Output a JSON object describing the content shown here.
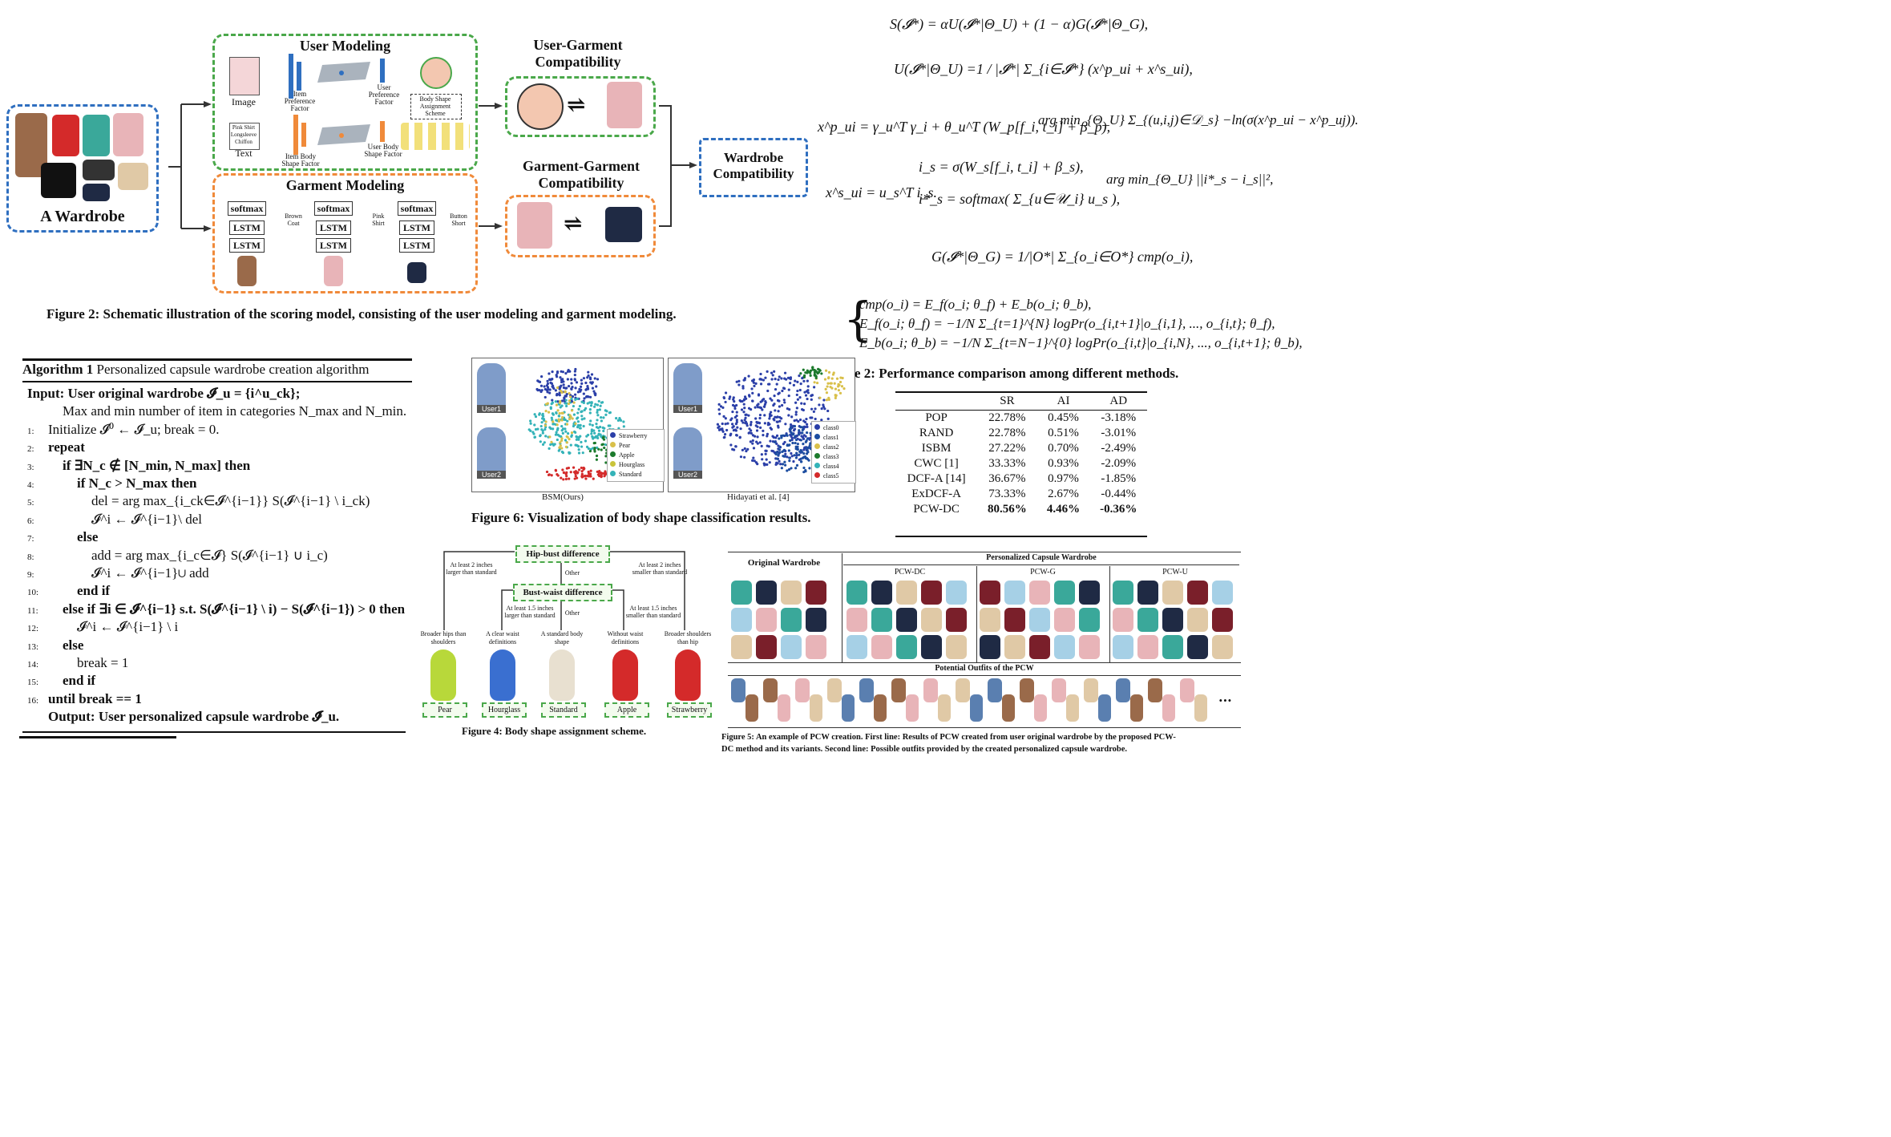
{
  "fig2": {
    "wardrobe_label": "A Wardrobe",
    "user_modeling_title": "User Modeling",
    "garment_modeling_title": "Garment Modeling",
    "image_label": "Image",
    "text_label": "Text",
    "text_box": "Pink Shirt\nLongsleeve\nChiffon",
    "item_pref_factor": "Item\nPreference\nFactor",
    "user_pref_factor": "User\nPreference\nFactor",
    "item_body_factor": "Item Body\nShape Factor",
    "user_body_factor": "User Body\nShape Factor",
    "body_shape_scheme": "Body Shape\nAssignment\nScheme",
    "softmax": "softmax",
    "lstm": "LSTM",
    "garment_labels": [
      "Brown\nCoat",
      "Pink\nShirt",
      "Button\nShort"
    ],
    "user_garment": "User-Garment\nCompatibility",
    "garment_garment": "Garment-Garment\nCompatibility",
    "wardrobe_compat": "Wardrobe\nCompatibility",
    "caption": "Figure 2: Schematic illustration of the scoring model, consisting of the user modeling and garment modeling."
  },
  "equations": {
    "e1": "S(𝓘*) = αU(𝓘*|Θ_U) + (1 − α)G(𝓘*|Θ_G),",
    "e2a": "U(𝓘*|Θ_U) =",
    "e2b": "1 / |𝓘*|  Σ_{i∈𝓘*} (x^p_ui + x^s_ui),",
    "e3a": "x^p_ui = γ_u^T γ_i + θ_u^T (W_p[f_i, t_i] + β_p),",
    "e3b": "arg min_{Θ_U}  Σ_{(u,i,j)∈𝒟_s}  −ln(σ(x^p_ui − x^p_uj)).",
    "e4a": "x^s_ui = u_s^T i_s.",
    "e4b": "i_s = σ(W_s[f_i, t_i] + β_s),",
    "e4c": "i*_s = softmax( Σ_{u∈𝒰_i} u_s ),",
    "e4d": "arg min_{Θ_U} ||i*_s − i_s||²,",
    "e5": "G(𝓘*|Θ_G) = 1/|O*| Σ_{o_i∈O*} cmp(o_i),",
    "e6a": "cmp(o_i) = E_f(o_i; θ_f) + E_b(o_i; θ_b),",
    "e6b": "E_f(o_i; θ_f) = −1/N Σ_{t=1}^{N} logPr(o_{i,t+1}|o_{i,1}, ..., o_{i,t}; θ_f),",
    "e6c": "E_b(o_i; θ_b) = −1/N Σ_{t=N−1}^{0} logPr(o_{i,t}|o_{i,N}, ..., o_{i,t+1}; θ_b),"
  },
  "algorithm": {
    "title_bold": "Algorithm 1",
    "title_rest": "Personalized capsule wardrobe creation algorithm",
    "lines": [
      {
        "n": "",
        "text": "Input: User original wardrobe 𝓘_u = {i^u_ck};",
        "indent": 0
      },
      {
        "n": "",
        "text": "Max and min number of item in categories N_max and N_min.",
        "indent": 1
      },
      {
        "n": "1:",
        "text": "Initialize 𝓘⁰ ← 𝓘_u; break = 0.",
        "indent": 0
      },
      {
        "n": "2:",
        "text": "repeat",
        "indent": 0
      },
      {
        "n": "3:",
        "text": "if ∃N_c ∉ [N_min, N_max] then",
        "indent": 1
      },
      {
        "n": "4:",
        "text": "if N_c > N_max then",
        "indent": 2
      },
      {
        "n": "5:",
        "text": "del = arg max_{i_ck∈𝓘^{i−1}} S(𝓘^{i−1} \\ i_ck)",
        "indent": 3
      },
      {
        "n": "6:",
        "text": "𝓘^i ← 𝓘^{i−1}\\ del",
        "indent": 3
      },
      {
        "n": "7:",
        "text": "else",
        "indent": 2
      },
      {
        "n": "8:",
        "text": "add = arg max_{i_c∈𝓘} S(𝓘^{i−1} ∪ i_c)",
        "indent": 3
      },
      {
        "n": "9:",
        "text": "𝓘^i ← 𝓘^{i−1}∪ add",
        "indent": 3
      },
      {
        "n": "10:",
        "text": "end if",
        "indent": 2
      },
      {
        "n": "11:",
        "text": "else if ∃i ∈ 𝓘^{i−1} s.t. S(𝓘^{i−1} \\ i) − S(𝓘^{i−1}) > 0 then",
        "indent": 1
      },
      {
        "n": "12:",
        "text": "𝓘^i ← 𝓘^{i−1} \\ i",
        "indent": 2
      },
      {
        "n": "13:",
        "text": "else",
        "indent": 1
      },
      {
        "n": "14:",
        "text": "break = 1",
        "indent": 2
      },
      {
        "n": "15:",
        "text": "end if",
        "indent": 1
      },
      {
        "n": "16:",
        "text": "until break == 1",
        "indent": 0
      },
      {
        "n": "",
        "text": "Output: User personalized capsule wardrobe 𝓘̃_u.",
        "indent": 0
      }
    ]
  },
  "fig6": {
    "left_label": "BSM(Ours)",
    "right_label": "Hidayati et al. [4]",
    "user1": "User1",
    "user2": "User2",
    "legend_left": [
      "Strawberry",
      "Pear",
      "Apple",
      "Hourglass",
      "Standard"
    ],
    "legend_right": [
      "class0",
      "class1",
      "class2",
      "class3",
      "class4",
      "class5"
    ],
    "caption": "Figure 6: Visualization of body shape classification results."
  },
  "table2": {
    "caption": "e 2: Performance comparison among different methods.",
    "headers": [
      "",
      "SR",
      "AI",
      "AD"
    ],
    "rows": [
      [
        "POP",
        "22.78%",
        "0.45%",
        "-3.18%"
      ],
      [
        "RAND",
        "22.78%",
        "0.51%",
        "-3.01%"
      ],
      [
        "ISBM",
        "27.22%",
        "0.70%",
        "-2.49%"
      ],
      [
        "CWC [1]",
        "33.33%",
        "0.93%",
        "-2.09%"
      ],
      [
        "DCF-A [14]",
        "36.67%",
        "0.97%",
        "-1.85%"
      ],
      [
        "ExDCF-A",
        "73.33%",
        "2.67%",
        "-0.44%"
      ],
      [
        "PCW-DC",
        "80.56%",
        "4.46%",
        "-0.36%"
      ]
    ]
  },
  "fig4": {
    "hip_bust": "Hip-bust difference",
    "bust_waist": "Bust-waist difference",
    "left_cond": "At least 2 inches\nlarger than standard",
    "right_cond": "At least 2 inches\nsmaller than standard",
    "other": "Other",
    "left_cond2": "At least 1.5 inches\nlarger than standard",
    "right_cond2": "At least 1.5 inches\nsmaller than standard",
    "descs": [
      "Broader hips than\nshoulders",
      "A clear waist\ndefinitions",
      "A standard body\nshape",
      "Without waist\ndefinitions",
      "Broader shoulders\nthan hip"
    ],
    "shapes": [
      "Pear",
      "Hourglass",
      "Standard",
      "Apple",
      "Strawberry"
    ],
    "caption": "Figure 4: Body shape assignment scheme."
  },
  "fig5": {
    "original": "Original Wardrobe",
    "pcw": "Personalized Capsule Wardrobe",
    "variants": [
      "PCW-DC",
      "PCW-G",
      "PCW-U"
    ],
    "outfits": "Potential Outfits of the PCW",
    "ellipsis": "...",
    "caption1": "Figure 5: An example of PCW creation. First line: Results of PCW created from user original wardrobe by the proposed PCW-",
    "caption2": "DC method and its variants. Second line: Possible outfits provided by the created personalized capsule wardrobe."
  },
  "colors": {
    "blue": "#2f6fc0",
    "green": "#4aa84a",
    "orange": "#f08a3a",
    "pink": "#e8b4b8",
    "brown": "#9a6a4a",
    "navy": "#1f2a44",
    "teal": "#3aa89a",
    "red": "#d42a2a"
  }
}
